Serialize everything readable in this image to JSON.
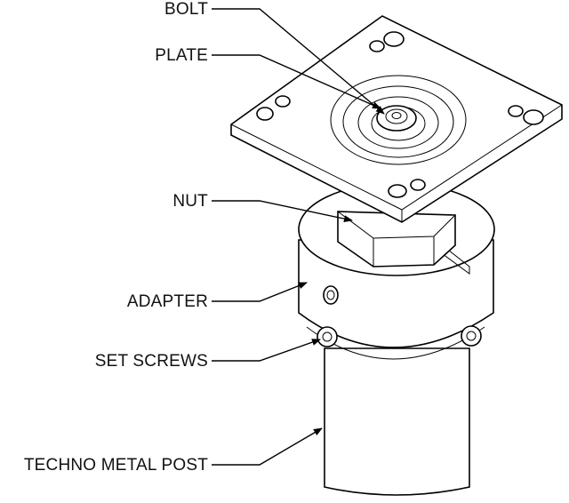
{
  "diagram": {
    "labels": {
      "bolt": "BOLT",
      "plate": "PLATE",
      "nut": "NUT",
      "adapter": "ADAPTER",
      "set_screws": "SET SCREWS",
      "post": "TECHNO METAL POST"
    }
  }
}
